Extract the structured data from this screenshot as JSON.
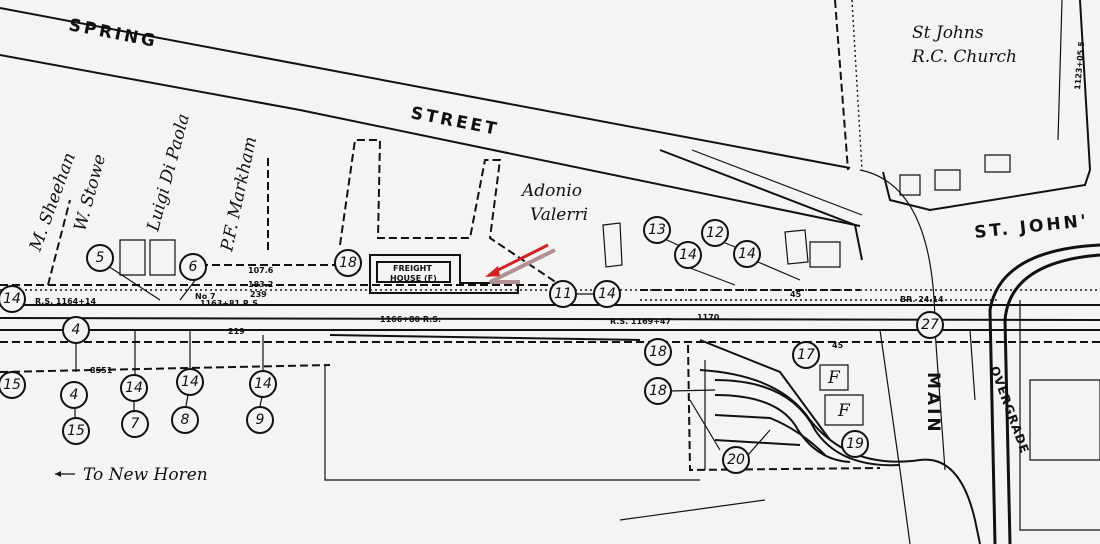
{
  "streets": {
    "spring": "SPRING",
    "street": "STREET",
    "st_johns": "ST. JOHN'",
    "main": "MAIN",
    "overgrade": "OVERGRADE"
  },
  "owners": {
    "sheehan": "M. Sheehan",
    "stowe": "W. Stowe",
    "di_paola": "Luigi Di Paola",
    "markham": "P.F. Markham",
    "valerri_1": "Adonio",
    "valerri_2": "Valerri",
    "church_1": "St Johns",
    "church_2": "R.C. Church"
  },
  "freight_house": {
    "line1": "FREIGHT",
    "line2": "HOUSE (F)"
  },
  "direction": "To New Horen",
  "notes": {
    "rs_left": "R.S. 1164+14",
    "rs_1163": "1163+81 R.S.",
    "rs_1166": "1166+80 R.S.",
    "rs_1169": "R.S. 1169+47",
    "sta_1170": "1170",
    "br": "BR. 24.14",
    "n45a": "45",
    "n45b": "45",
    "f1": "F",
    "f2": "F",
    "d239": "239",
    "d107": "107.6",
    "d183": "183.2",
    "d219": "219",
    "d8551": "8551",
    "no7": "No 7"
  },
  "markers": [
    "5",
    "6",
    "18",
    "14",
    "4",
    "15",
    "4",
    "15",
    "14",
    "7",
    "14",
    "8",
    "14",
    "9",
    "11",
    "14",
    "13",
    "14",
    "12",
    "14",
    "27",
    "18",
    "18",
    "17",
    "20",
    "19"
  ],
  "colors": {
    "paper": "#f4f4f2",
    "ink": "#111111",
    "arrow_red": "#d42020",
    "arrow_shadow": "#b09090"
  }
}
